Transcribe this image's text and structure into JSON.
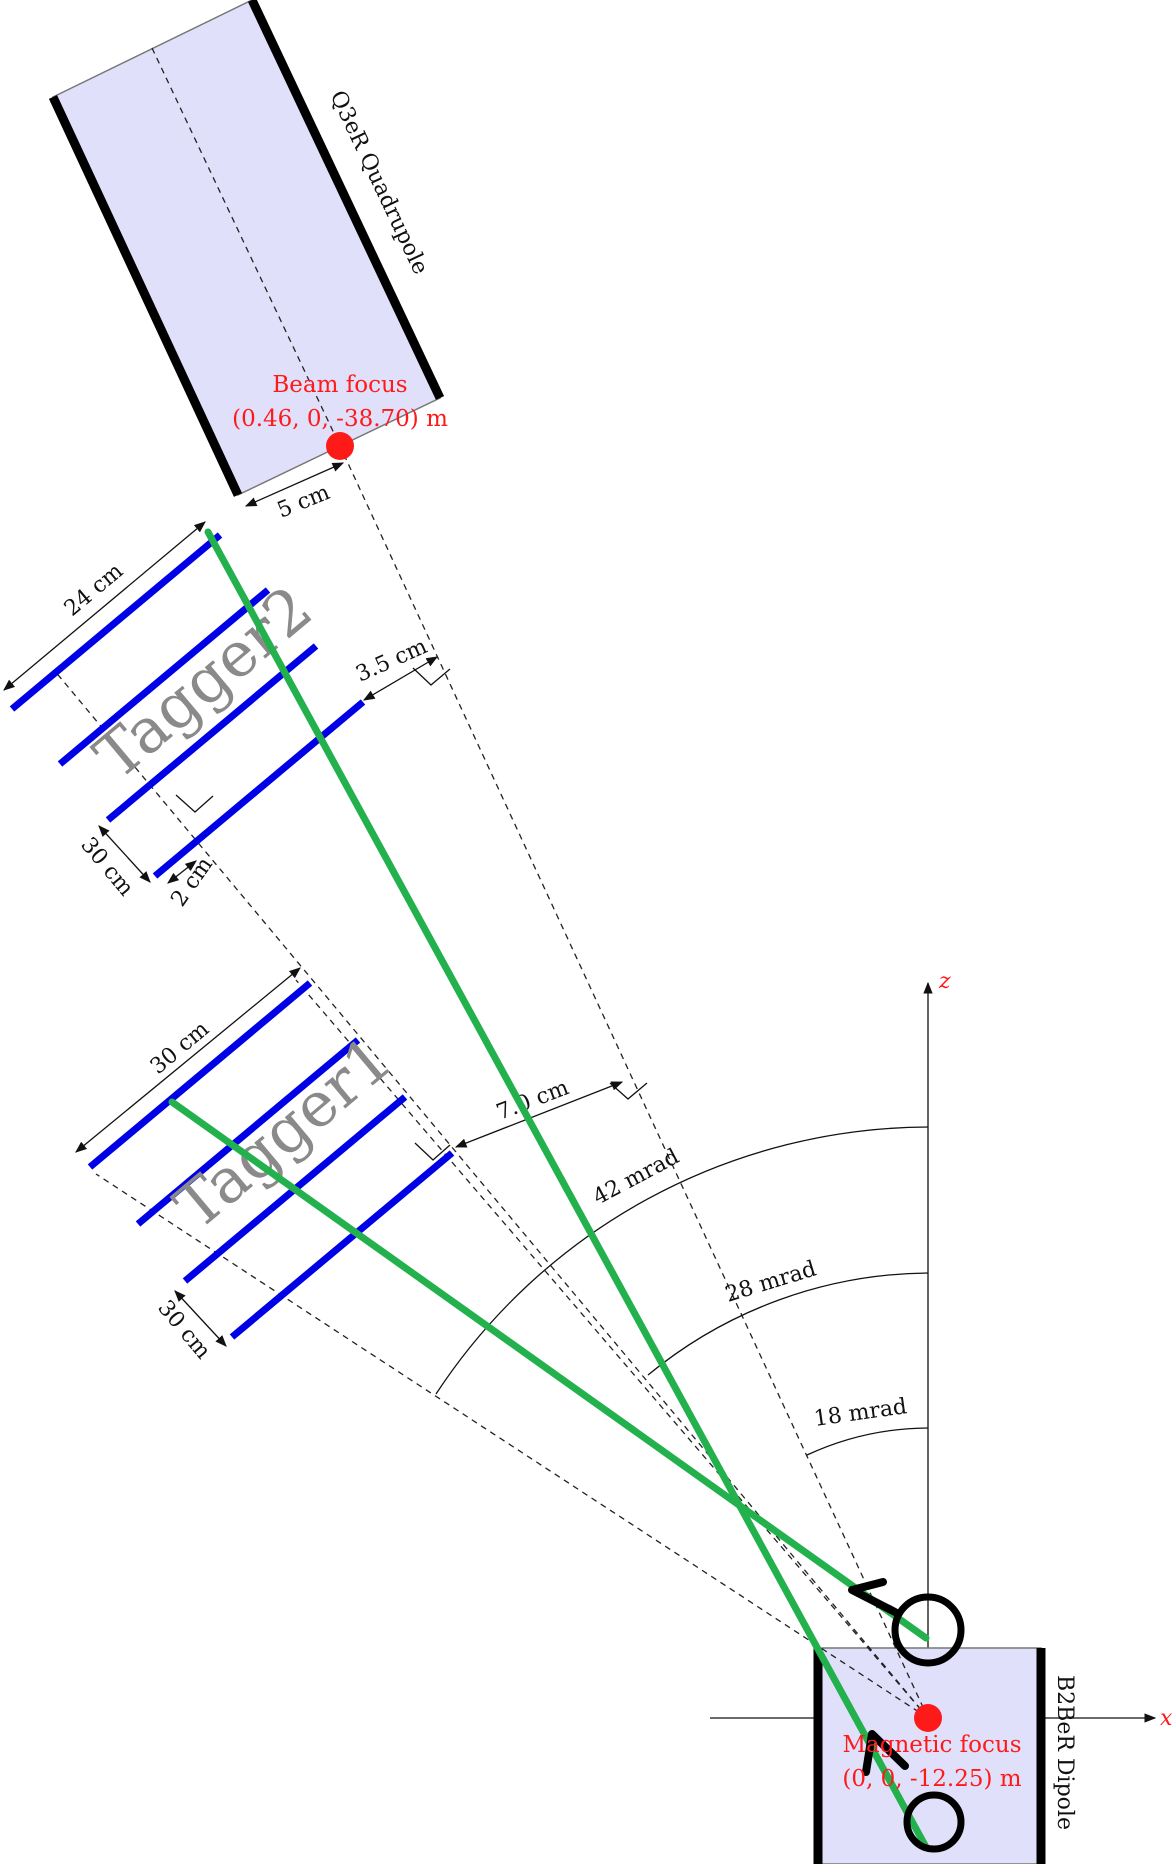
{
  "labels": {
    "quad_name": "Q3eR Quadrupole",
    "dipole_name": "B2BeR Dipole",
    "beam_focus_title": "Beam focus",
    "beam_focus_coords": "(0.46, 0, -38.70) m",
    "magnetic_focus_title": "Magnetic focus",
    "magnetic_focus_coords": "(0, 0, -12.25) m",
    "tagger1": "Tagger1",
    "tagger2": "Tagger2",
    "axis_x": "x",
    "axis_z": "z"
  },
  "dimensions": {
    "quad_offset": "5 cm",
    "tagger2_width": "24 cm",
    "tagger2_spacing": "30 cm",
    "tagger2_gap": "2 cm",
    "tagger2_beam_gap": "3.5 cm",
    "tagger1_width": "30 cm",
    "tagger1_spacing": "30 cm",
    "tagger1_beam_gap": "7.0 cm"
  },
  "angles": {
    "inner": "18 mrad",
    "middle": "28 mrad",
    "outer": "42 mrad"
  },
  "colors": {
    "detector_plane": "#0000e6",
    "track": "#23b14d",
    "focus_marker": "#ff1a1a",
    "magnet_fill": "#e0e0fa"
  }
}
